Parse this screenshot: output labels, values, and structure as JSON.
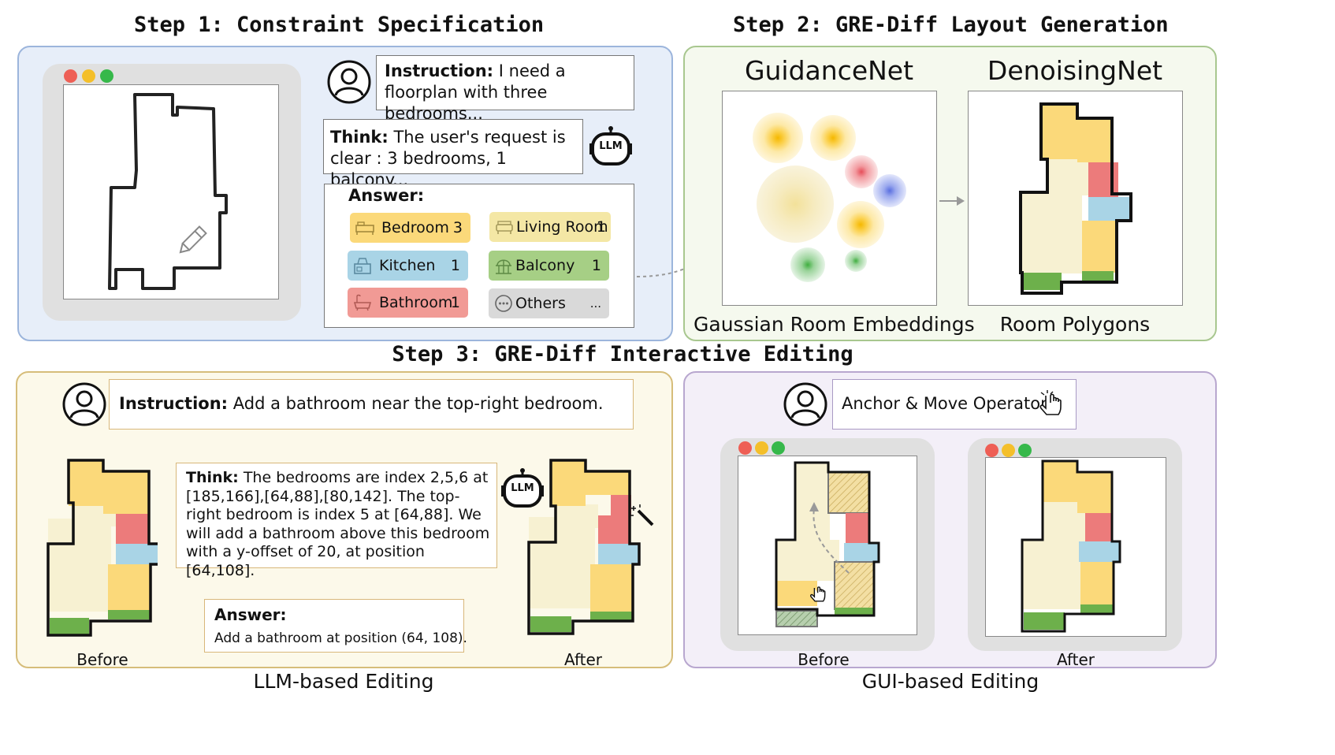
{
  "colors": {
    "bedroom": "#fbd97a",
    "living": "#f7f2d2",
    "kitchen": "#a9d4e6",
    "bathroom": "#ec7b7b",
    "balcony": "#6db04b",
    "others": "#d9d9d9",
    "light_red": "#ee5f55",
    "light_yellow": "#f4bf2a",
    "light_green": "#36b84a"
  },
  "step1": {
    "title": "Step 1: Constraint Specification",
    "instruction_label": "Instruction:",
    "instruction_text": "I need a floorplan with three bedrooms...",
    "think_label": "Think:",
    "think_text": "The user's request is clear : 3 bedrooms, 1 balcony...",
    "llm_label": "LLM",
    "answer_label": "Answer:",
    "rooms": [
      {
        "name": "Bedroom",
        "count": "3",
        "color": "#fbd97a",
        "icon": "bed-icon"
      },
      {
        "name": "Living Room",
        "count": "1",
        "color": "#f4e7a5",
        "icon": "sofa-icon"
      },
      {
        "name": "Kitchen",
        "count": "1",
        "color": "#a9d4e6",
        "icon": "kitchen-icon"
      },
      {
        "name": "Balcony",
        "count": "1",
        "color": "#a6cf85",
        "icon": "balcony-icon"
      },
      {
        "name": "Bathroom",
        "count": "1",
        "color": "#f19a95",
        "icon": "bathtub-icon"
      },
      {
        "name": "Others",
        "count": "...",
        "color": "#d9d9d9",
        "icon": "more-icon"
      }
    ]
  },
  "step2": {
    "title": "Step 2: GRE-Diff Layout Generation",
    "guidance_title": "GuidanceNet",
    "denoising_title": "DenoisingNet",
    "guidance_caption": "Gaussian Room Embeddings",
    "denoising_caption": "Room Polygons"
  },
  "step3": {
    "title": "Step 3: GRE-Diff Interactive Editing",
    "llm_editing": {
      "instruction_label": "Instruction:",
      "instruction_text": "Add a bathroom near the top-right bedroom.",
      "think_label": "Think:",
      "think_text": "The bedrooms are index 2,5,6 at [185,166],[64,88],[80,142]. The top-right bedroom is index 5 at [64,88]. We will add a bathroom above this bedroom with a y-offset of 20, at position [64,108].",
      "llm_label": "LLM",
      "answer_label": "Answer:",
      "answer_text": "Add a bathroom at position (64, 108).",
      "before_label": "Before",
      "after_label": "After",
      "caption": "LLM-based Editing"
    },
    "gui_editing": {
      "operator_text": "Anchor & Move Operator",
      "before_label": "Before",
      "after_label": "After",
      "caption": "GUI-based Editing"
    }
  }
}
